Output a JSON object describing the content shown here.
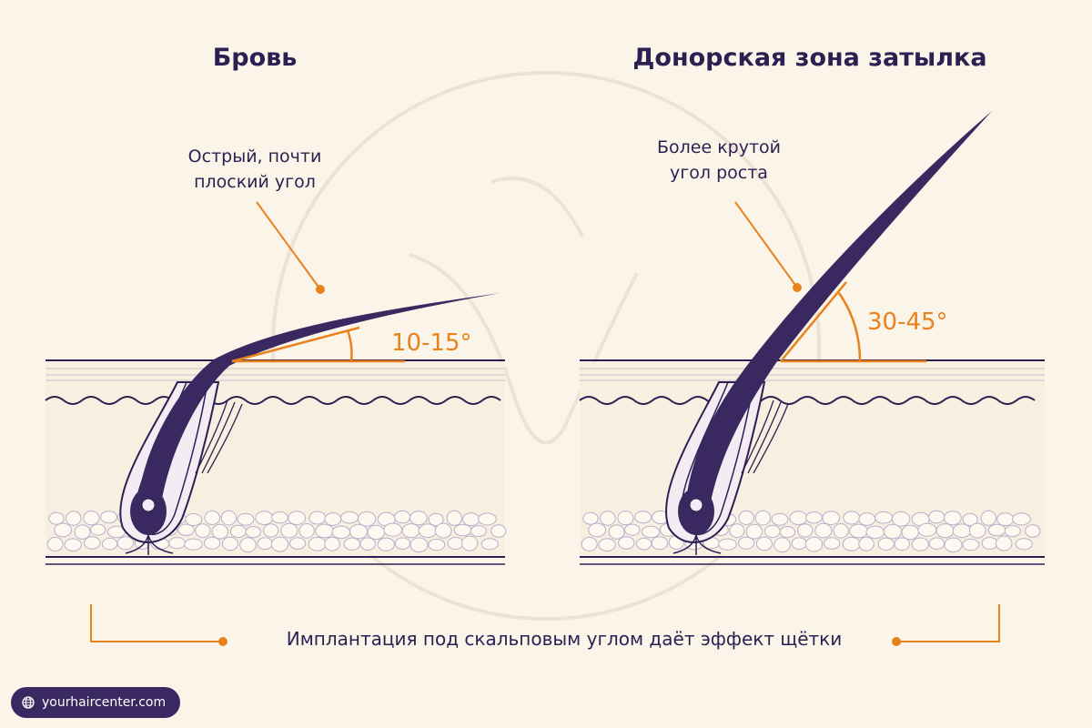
{
  "panels": {
    "left": {
      "title": "Бровь",
      "annotation": [
        "Острый, почти",
        "плоский угол"
      ],
      "angle_label": "10-15°"
    },
    "right": {
      "title": "Донорская зона затылка",
      "annotation": [
        "Более крутой",
        "угол роста"
      ],
      "angle_label": "30-45°"
    }
  },
  "caption": "Имплантация под скальповым углом даёт эффект щётки",
  "badge": {
    "icon": "globe-icon",
    "text": "yourhaircenter.com"
  },
  "colors": {
    "background": "#fbf5e9",
    "ink": "#2e1f52",
    "accent": "#e8821c",
    "hair": "#3a2961",
    "badge": "#3a2961"
  }
}
